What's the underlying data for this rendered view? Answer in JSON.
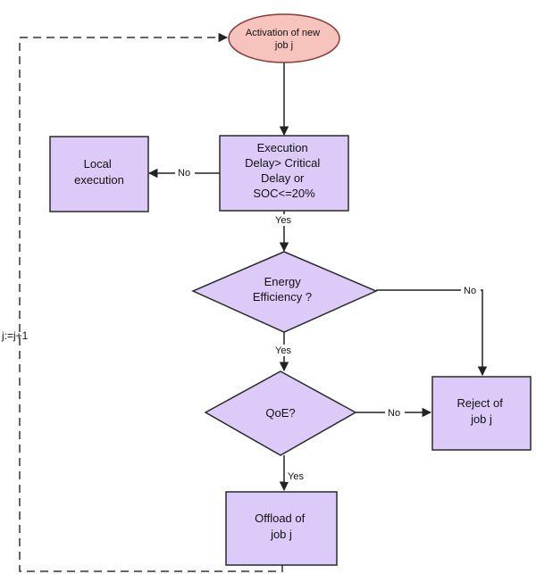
{
  "colors": {
    "process_fill": "#dccbf8",
    "process_stroke": "#2a2a2a",
    "start_fill": "#f6c3bd",
    "start_stroke": "#8a3a3a",
    "arrow": "#222222",
    "loop_line": "#333333"
  },
  "nodes": {
    "start": {
      "lines": [
        "Activation of new",
        "job j"
      ]
    },
    "condition": {
      "lines": [
        "Execution",
        "Delay> Critical",
        "Delay  or",
        "SOC<=20%"
      ]
    },
    "local": {
      "lines": [
        "Local",
        "execution"
      ]
    },
    "energy": {
      "lines": [
        "Energy",
        "Efficiency  ?"
      ]
    },
    "qoe": {
      "lines": [
        "QoE?"
      ]
    },
    "reject": {
      "lines": [
        "Reject of",
        "job j"
      ]
    },
    "offload": {
      "lines": [
        "Offload of",
        "job j"
      ]
    }
  },
  "edges": {
    "condition_no": "No",
    "condition_yes": "Yes",
    "energy_no": "No",
    "energy_yes": "Yes",
    "qoe_no": "No",
    "qoe_yes": "Yes",
    "loop": "j:=j+1"
  }
}
